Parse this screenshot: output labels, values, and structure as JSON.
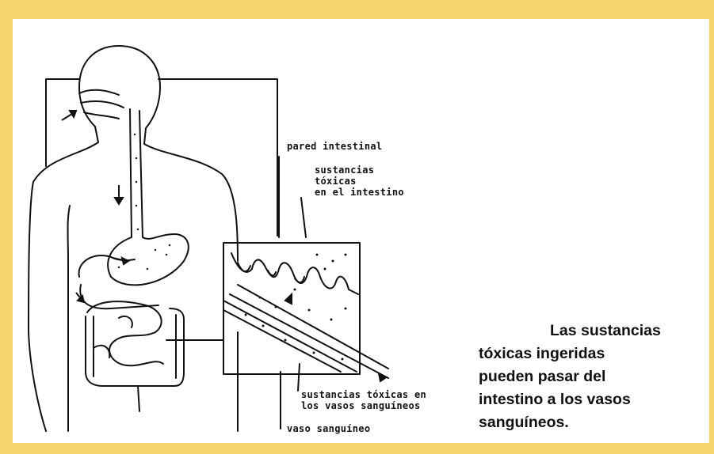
{
  "labels": {
    "intestinal_wall": "pared intestinal",
    "toxins_in_intestine": "sustancias\ntóxicas\nen el intestino",
    "toxins_in_blood_vessels": "sustancias tóxicas en\nlos vasos sanguíneos",
    "blood_vessel": "vaso sanguíneo"
  },
  "caption": {
    "lines": [
      "Las sustancias",
      "tóxicas ingeridas",
      "pueden pasar del",
      "intestino a los vasos",
      "sanguíneos."
    ]
  },
  "colors": {
    "frame": "#f5d76e",
    "ink": "#111111"
  }
}
